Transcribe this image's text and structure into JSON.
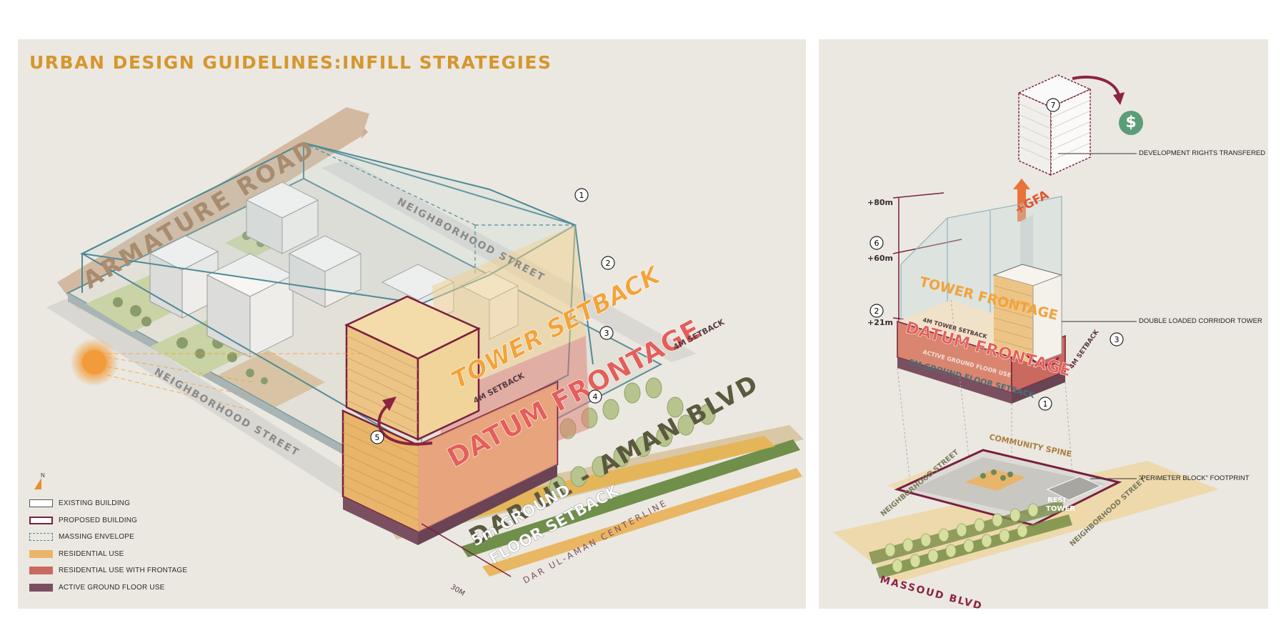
{
  "title": "URBAN DESIGN GUIDELINES:INFILL STRATEGIES",
  "left_diagram": {
    "roads": {
      "armature_road": "ARMATURE ROAD",
      "neighborhood_street_top": "NEIGHBORHOOD STREET",
      "neighborhood_street_left": "NEIGHBORHOOD STREET",
      "boulevard": "DAR UL - AMAN BLVD",
      "centerline": "DAR UL-AMAN CENTERLINE"
    },
    "labels": {
      "tower_setback": "TOWER SETBACK",
      "datum_frontage": "DATUM FRONTAGE",
      "setback_4m": "4M SETBACK",
      "setback_4m_tower": "4M SETBACK",
      "ground_floor_setback_line1": "5m GROUND",
      "ground_floor_setback_line2": "FLOOR SETBACK",
      "dimension_30m": "30M"
    },
    "markers": [
      "1",
      "2",
      "3",
      "4",
      "5"
    ],
    "colors": {
      "existing": "#ffffff",
      "proposed_outline": "#7a1f3d",
      "massing": "#4d8a96",
      "residential": "#e8b56a",
      "frontage": "#c9695f",
      "active": "#7a5060",
      "title": "#d6962d"
    }
  },
  "legend": {
    "north": "N",
    "items": [
      {
        "label": "EXISTING BUILDING",
        "style": "existing"
      },
      {
        "label": "PROPOSED BUILDING",
        "style": "proposed"
      },
      {
        "label": "MASSING ENVELOPE",
        "style": "massing"
      },
      {
        "label": "RESIDENTIAL USE",
        "style": "residential"
      },
      {
        "label": "RESIDENTIAL USE WITH FRONTAGE",
        "style": "frontage"
      },
      {
        "label": "ACTIVE GROUND FLOOR USE",
        "style": "active"
      }
    ]
  },
  "right_diagram": {
    "annotations": {
      "development_rights": "DEVELOPMENT RIGHTS TRANSFERED",
      "corridor_tower": "DOUBLE LOADED CORRIDOR TOWER",
      "perimeter_block": "\"PERIMETER BLOCK\" FOOTPRINT"
    },
    "labels": {
      "gfa": "+GFA",
      "tower_frontage": "TOWER FRONTAGE",
      "datum_frontage": "DATUM FRONTAGE",
      "ground_floor_setback": "5M GROUND FLOOR SETBACK",
      "active_ground_floor": "ACTIVE GROUND FLOOR USE",
      "setback_4m": "4M TOWER SETBACK",
      "setback_4m_side": "4M SETBACK",
      "dollar": "$"
    },
    "heights": [
      "+80m",
      "+60m",
      "+21m"
    ],
    "markers": [
      "7",
      "6",
      "2",
      "3",
      "1"
    ],
    "footprint": {
      "community_spine": "COMMUNITY SPINE",
      "neighborhood_street_left": "NEIGHBORHOOD STREET",
      "neighborhood_street_right": "NEIGHBORHOOD STREET",
      "boulevard": "MASSOUD BLVD",
      "resi_tower_line1": "RESI",
      "resi_tower_line2": "TOWER"
    }
  }
}
